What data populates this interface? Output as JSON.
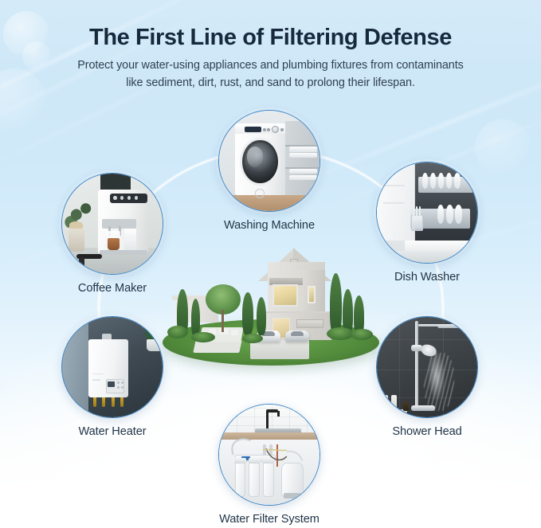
{
  "header": {
    "title": "The First Line of Filtering Defense",
    "subtitle_line1": "Protect your water-using appliances and plumbing fixtures from contaminants",
    "subtitle_line2": "like sediment, dirt, rust, and sand to prolong their lifespan.",
    "title_color": "#16293d",
    "subtitle_color": "#2f4152"
  },
  "theme": {
    "background_top": "#d4eaf8",
    "background_bottom": "#ffffff",
    "circle_border": "#3a86c8",
    "caption_color": "#1f3346"
  },
  "center": {
    "illustration_name": "house-illustration",
    "description": "Modern two-story house on a round grass island with trees, driveway and two cars"
  },
  "nodes": [
    {
      "id": "washing-machine",
      "label": "Washing Machine",
      "icon": "washing-machine-photo",
      "position": "top"
    },
    {
      "id": "coffee-maker",
      "label": "Coffee Maker",
      "icon": "coffee-maker-photo",
      "position": "top-left"
    },
    {
      "id": "dish-washer",
      "label": "Dish Washer",
      "icon": "dishwasher-photo",
      "position": "top-right"
    },
    {
      "id": "water-heater",
      "label": "Water Heater",
      "icon": "water-heater-photo",
      "position": "bottom-left"
    },
    {
      "id": "shower-head",
      "label": "Shower Head",
      "icon": "shower-head-photo",
      "position": "bottom-right"
    },
    {
      "id": "water-filter-system",
      "label": "Water Filter System",
      "icon": "water-filter-system-photo",
      "position": "bottom"
    }
  ]
}
